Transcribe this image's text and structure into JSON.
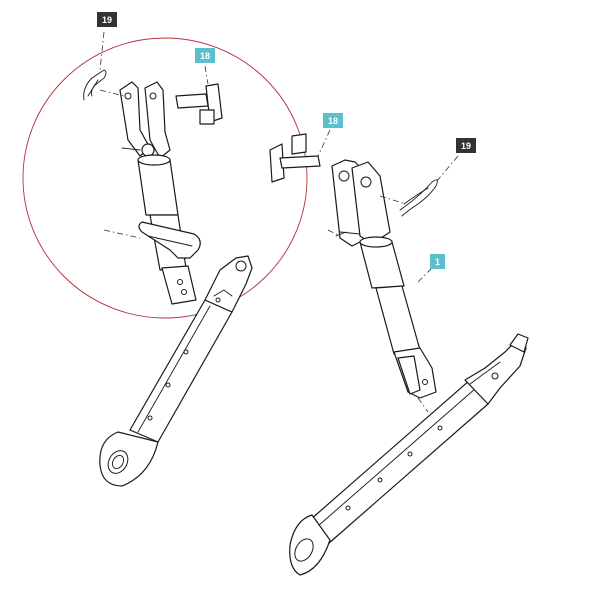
{
  "callouts": [
    {
      "id": "c19a",
      "label": "19",
      "style": "dark"
    },
    {
      "id": "c18a",
      "label": "18",
      "style": "cyan"
    },
    {
      "id": "c18b",
      "label": "18",
      "style": "cyan"
    },
    {
      "id": "c19b",
      "label": "19",
      "style": "dark"
    },
    {
      "id": "c1",
      "label": "1",
      "style": "cyan"
    }
  ],
  "colors": {
    "dark_callout": "#333333",
    "cyan_callout": "#5bc0cc",
    "detail_circle": "#b5303a",
    "line": "#1a1a1a"
  },
  "icons": {
    "lift_rod_assembly": "top-link-with-clevis",
    "lower_arm": "lower-link-arm",
    "pin": "clevis-pin-icon",
    "clip": "linch-clip-icon"
  }
}
